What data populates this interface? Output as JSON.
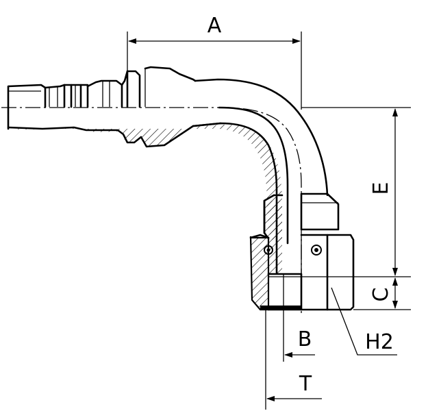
{
  "figure": {
    "dimensions": {
      "a": "A",
      "e": "E",
      "c": "C",
      "b": "B",
      "t": "T",
      "h2": "H2"
    }
  }
}
